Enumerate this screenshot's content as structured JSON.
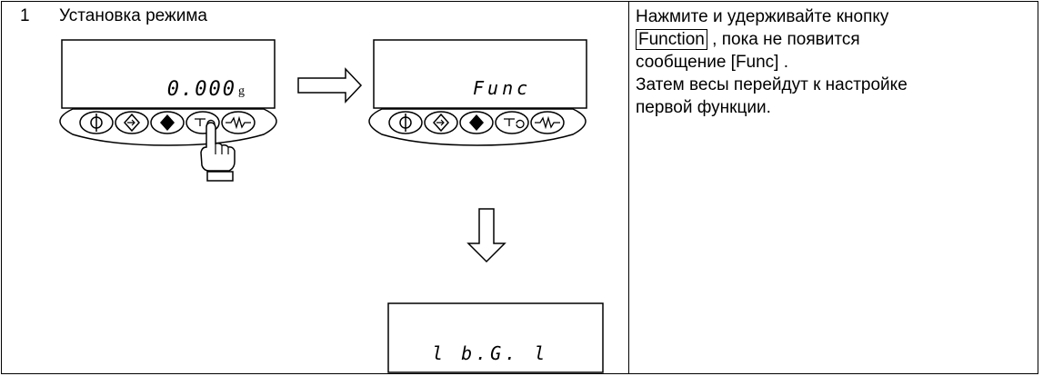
{
  "step": {
    "number": "1",
    "title": "Установка режима"
  },
  "displays": {
    "initial_reading": "0.000",
    "initial_unit": "g",
    "func_message": "Func",
    "setting_code": "l b.G. l"
  },
  "instructions": {
    "line1": "Нажмите и удерживайте кнопку",
    "key_label": "Function",
    "line2_rest": " , пока не появится",
    "line3": "сообщение [Func] .",
    "line4": "Затем весы перейдут к настройке",
    "line5": "первой функции."
  },
  "icons": [
    "power-icon",
    "diamond-arrow-icon",
    "diamond-filled-icon",
    "function-icon",
    "wave-icon",
    "pointing-hand-icon",
    "arrow-right-icon",
    "arrow-down-icon"
  ]
}
